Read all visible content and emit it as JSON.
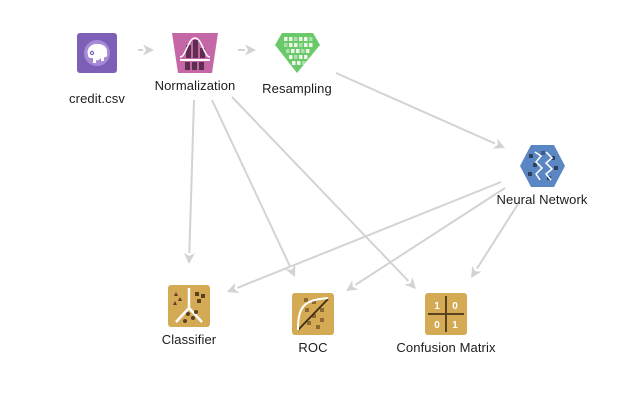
{
  "workflow": {
    "nodes": [
      {
        "id": "credit",
        "label": "credit.csv",
        "icon": "file-dataset-icon",
        "color": "#7e5fb8"
      },
      {
        "id": "normalization",
        "label": "Normalization",
        "icon": "normalization-distribution-icon",
        "color": "#c567a6"
      },
      {
        "id": "resampling",
        "label": "Resampling",
        "icon": "resampling-gem-icon",
        "color": "#6bc96a"
      },
      {
        "id": "neural_network",
        "label": "Neural Network",
        "icon": "neural-network-hexagon-icon",
        "color": "#5b86c4"
      },
      {
        "id": "classifier",
        "label": "Classifier",
        "icon": "classifier-tree-icon",
        "color": "#d5aa55"
      },
      {
        "id": "roc",
        "label": "ROC",
        "icon": "roc-curve-icon",
        "color": "#d5aa55"
      },
      {
        "id": "confusion_matrix",
        "label": "Confusion Matrix",
        "icon": "confusion-matrix-icon",
        "color": "#d5aa55",
        "cells": [
          "1",
          "0",
          "0",
          "1"
        ]
      }
    ],
    "edges": [
      {
        "from": "credit",
        "to": "normalization"
      },
      {
        "from": "normalization",
        "to": "resampling"
      },
      {
        "from": "resampling",
        "to": "neural_network"
      },
      {
        "from": "normalization",
        "to": "classifier"
      },
      {
        "from": "normalization",
        "to": "roc"
      },
      {
        "from": "normalization",
        "to": "confusion_matrix"
      },
      {
        "from": "neural_network",
        "to": "classifier"
      },
      {
        "from": "neural_network",
        "to": "roc"
      },
      {
        "from": "neural_network",
        "to": "confusion_matrix"
      }
    ],
    "edge_color": "#d3d3d3"
  }
}
